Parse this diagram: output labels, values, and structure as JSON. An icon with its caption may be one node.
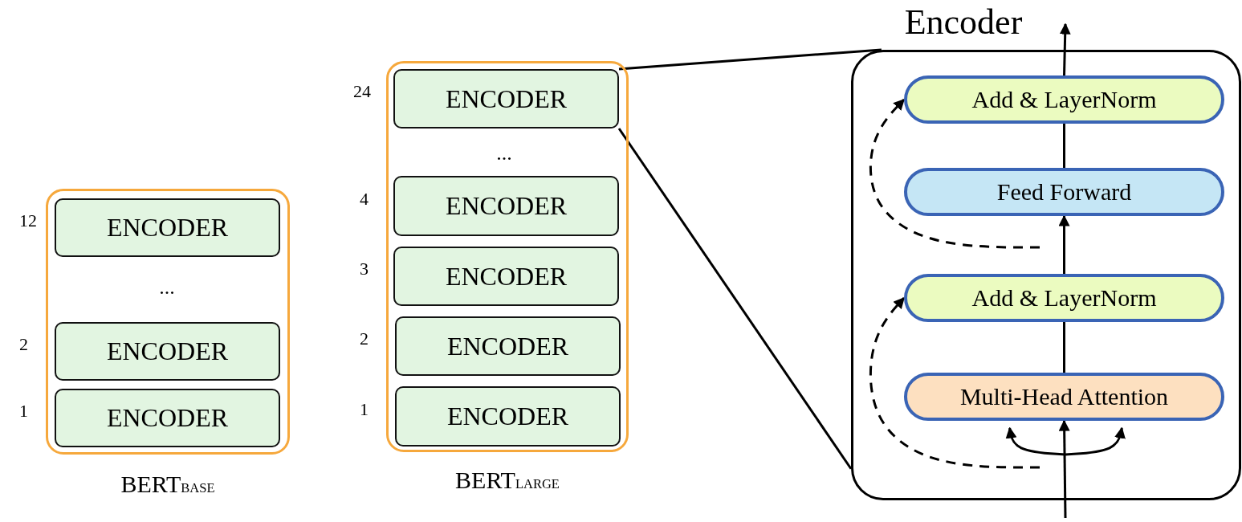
{
  "diagram": {
    "nodes": [
      {
        "text": [
          "BERT$_{BASE}$"
        ]
      },
      {
        "text": [
          "ENCODER"
        ],
        "in": 0,
        "beside": [
          "12"
        ]
      },
      {
        "text": [
          "ENCODER"
        ],
        "in": 0,
        "beside": [
          "2"
        ]
      },
      {
        "text": [
          "ENCODER"
        ],
        "in": 0,
        "beside": [
          "1"
        ]
      },
      {
        "text": [
          "BERT$_{LARGE}$"
        ]
      },
      {
        "text": [
          "ENCODER"
        ],
        "in": 4,
        "beside": [
          "24"
        ]
      },
      {
        "text": [
          "ENCODER"
        ],
        "in": 4,
        "beside": [
          "4"
        ]
      },
      {
        "text": [
          "ENCODER"
        ],
        "in": 4,
        "beside": [
          "3"
        ]
      },
      {
        "text": [
          "ENCODER"
        ],
        "in": 4,
        "beside": [
          "2"
        ]
      },
      {
        "text": [
          "ENCODER"
        ],
        "in": 4,
        "beside": [
          "1"
        ]
      },
      {
        "text": [
          "Encoder"
        ]
      },
      {
        "text": [
          "Add & LayerNorm"
        ],
        "in": 10
      },
      {
        "text": [
          "Feed Forward"
        ],
        "in": 10
      },
      {
        "text": [
          "Add & LayerNorm"
        ],
        "in": 10
      },
      {
        "text": [
          "Multi-Head Attention"
        ],
        "in": 10
      }
    ],
    "edges": [
      {
        "from": 5,
        "to": 10,
        "arrow": "none"
      },
      {
        "from": 5,
        "to": 10,
        "arrow": "none"
      },
      {
        "from": null,
        "to": 14,
        "arrow": "to"
      },
      {
        "from": null,
        "to": 14,
        "arrow": "to"
      },
      {
        "from": null,
        "to": 14,
        "arrow": "to"
      },
      {
        "from": 14,
        "to": 13,
        "arrow": "none"
      },
      {
        "from": 13,
        "to": 12,
        "arrow": "to"
      },
      {
        "from": 12,
        "to": 11,
        "arrow": "none"
      },
      {
        "from": 11,
        "to": null,
        "arrow": "to"
      },
      {
        "from": null,
        "to": 13,
        "arrow": "to",
        "style": "dashed"
      },
      {
        "from": null,
        "to": 11,
        "arrow": "to",
        "style": "dashed"
      }
    ],
    "labels": [
      "...",
      "..."
    ]
  }
}
